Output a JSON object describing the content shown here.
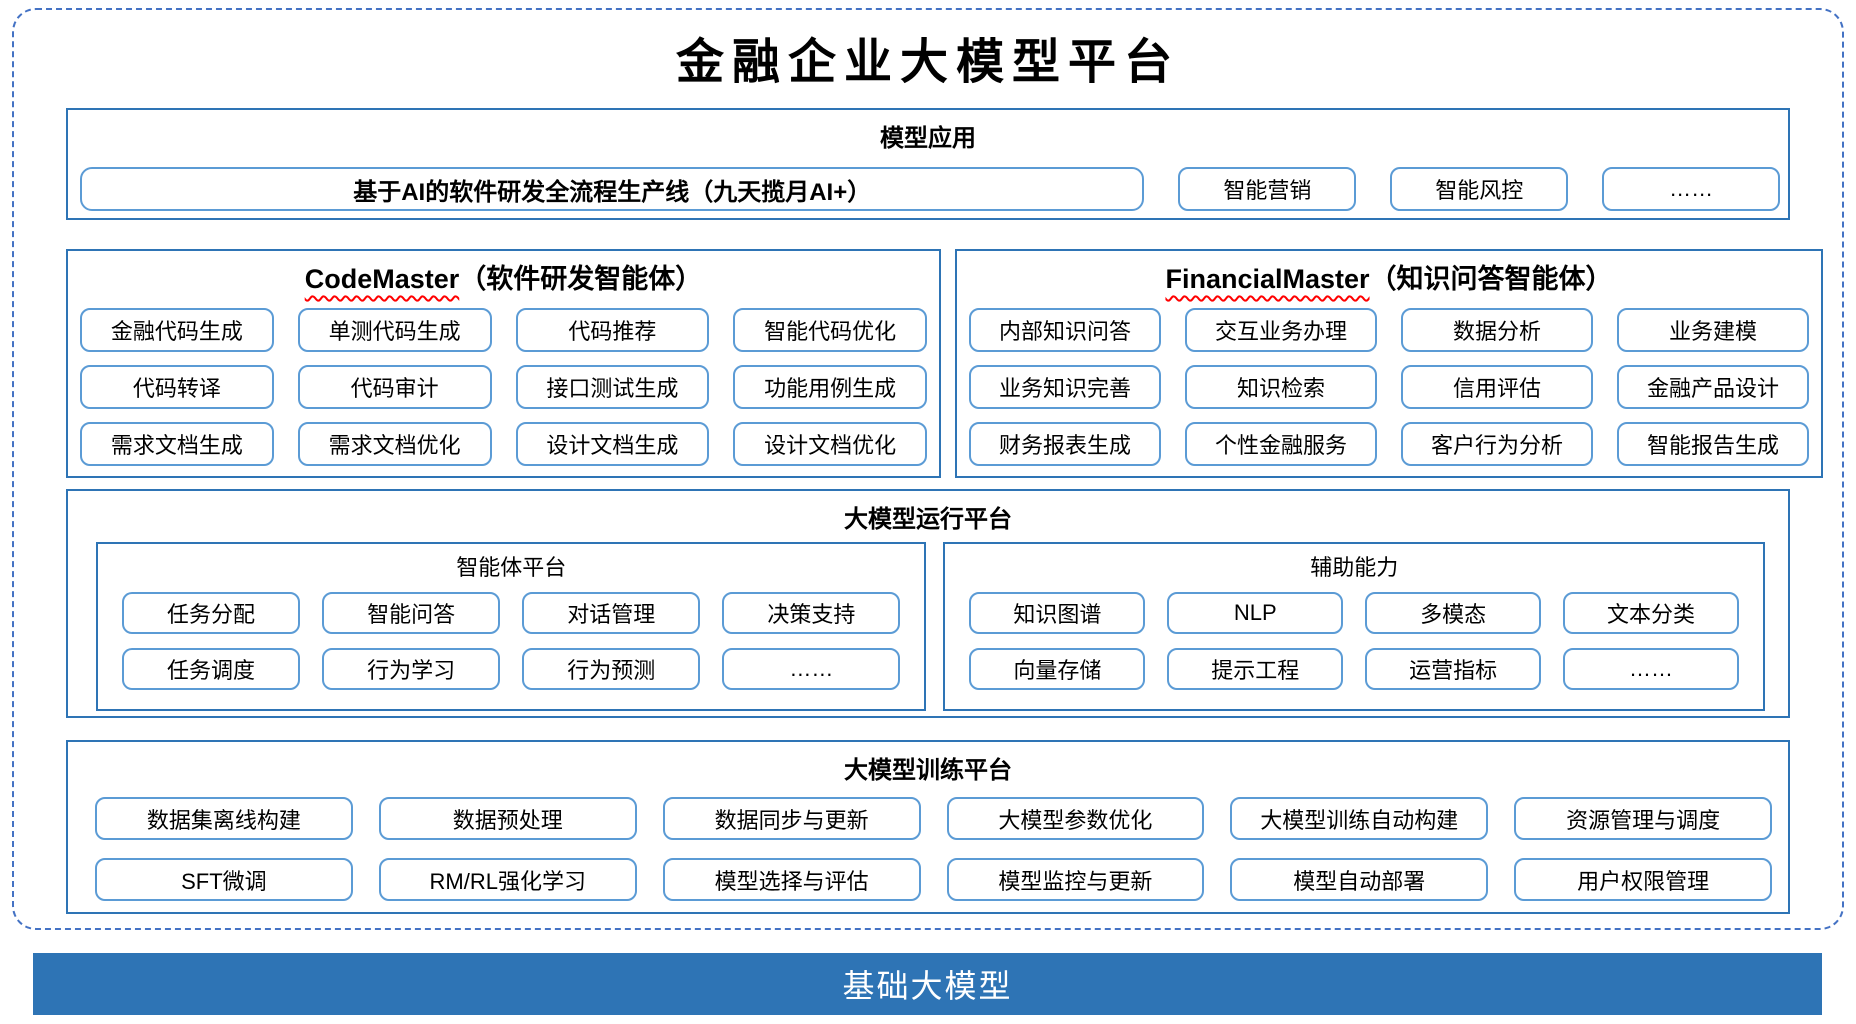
{
  "title": "金融企业大模型平台",
  "colors": {
    "frame_dashed": "#4472C4",
    "panel_border": "#2E74B5",
    "box_border": "#5B9BD5",
    "foundation_bg": "#2E74B5",
    "foundation_text": "#FFFFFF",
    "spellcheck_underline": "#FF0000"
  },
  "sections": {
    "model_app": {
      "header": "模型应用",
      "items": [
        "基于AI的软件研发全流程生产线（九天揽月AI+）",
        "智能营销",
        "智能风控",
        "……"
      ]
    },
    "codemaster": {
      "name": "CodeMaster",
      "subtitle": "（软件研发智能体）",
      "items": [
        "金融代码生成",
        "单测代码生成",
        "代码推荐",
        "智能代码优化",
        "代码转译",
        "代码审计",
        "接口测试生成",
        "功能用例生成",
        "需求文档生成",
        "需求文档优化",
        "设计文档生成",
        "设计文档优化"
      ]
    },
    "financialmaster": {
      "name": "FinancialMaster",
      "subtitle": "（知识问答智能体）",
      "items": [
        "内部知识问答",
        "交互业务办理",
        "数据分析",
        "业务建模",
        "业务知识完善",
        "知识检索",
        "信用评估",
        "金融产品设计",
        "财务报表生成",
        "个性金融服务",
        "客户行为分析",
        "智能报告生成"
      ]
    },
    "runtime": {
      "header": "大模型运行平台",
      "panels": [
        {
          "title": "智能体平台",
          "items": [
            "任务分配",
            "智能问答",
            "对话管理",
            "决策支持",
            "任务调度",
            "行为学习",
            "行为预测",
            "……"
          ]
        },
        {
          "title": "辅助能力",
          "items": [
            "知识图谱",
            "NLP",
            "多模态",
            "文本分类",
            "向量存储",
            "提示工程",
            "运营指标",
            "……"
          ]
        }
      ]
    },
    "training": {
      "header": "大模型训练平台",
      "items": [
        "数据集离线构建",
        "数据预处理",
        "数据同步与更新",
        "大模型参数优化",
        "大模型训练自动构建",
        "资源管理与调度",
        "SFT微调",
        "RM/RL强化学习",
        "模型选择与评估",
        "模型监控与更新",
        "模型自动部署",
        "用户权限管理"
      ]
    },
    "foundation": {
      "label": "基础大模型"
    }
  }
}
